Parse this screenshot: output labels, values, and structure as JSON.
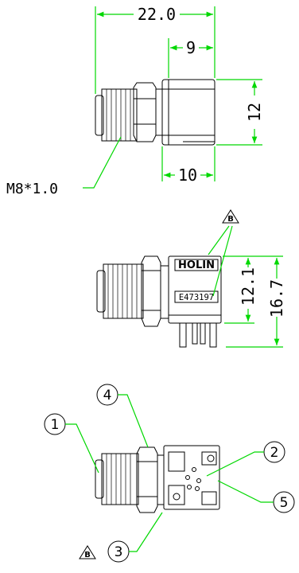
{
  "top_view": {
    "overall_width": "22.0",
    "body_width": "9",
    "body_height": "12",
    "base_width": "10",
    "thread_callout": "M8*1.0"
  },
  "side_view": {
    "revision_mark": "B",
    "brand_marking": "HOLIN",
    "cert_marking": "E473197",
    "housing_height": "12.1",
    "total_height": "16.7"
  },
  "bottom_view": {
    "callouts": [
      "1",
      "2",
      "3",
      "4",
      "5"
    ],
    "revision_mark": "B"
  },
  "colors": {
    "dimension_lines": "#00d800",
    "outline": "#000000"
  }
}
